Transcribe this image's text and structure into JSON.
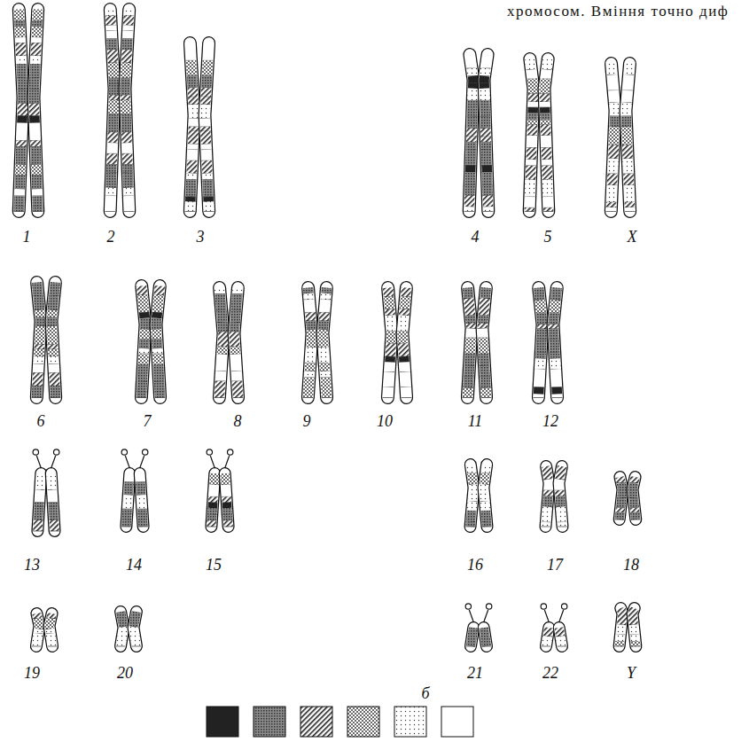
{
  "diagram": {
    "labels": [
      "хромосом. Вміння точно диф",
      "1",
      "2",
      "3",
      "4",
      "5",
      "X",
      "6",
      "7",
      "8",
      "9",
      "10",
      "11",
      "12",
      "13",
      "14",
      "15",
      "16",
      "17",
      "18",
      "19",
      "20",
      "21",
      "22",
      "Y",
      "б"
    ]
  }
}
